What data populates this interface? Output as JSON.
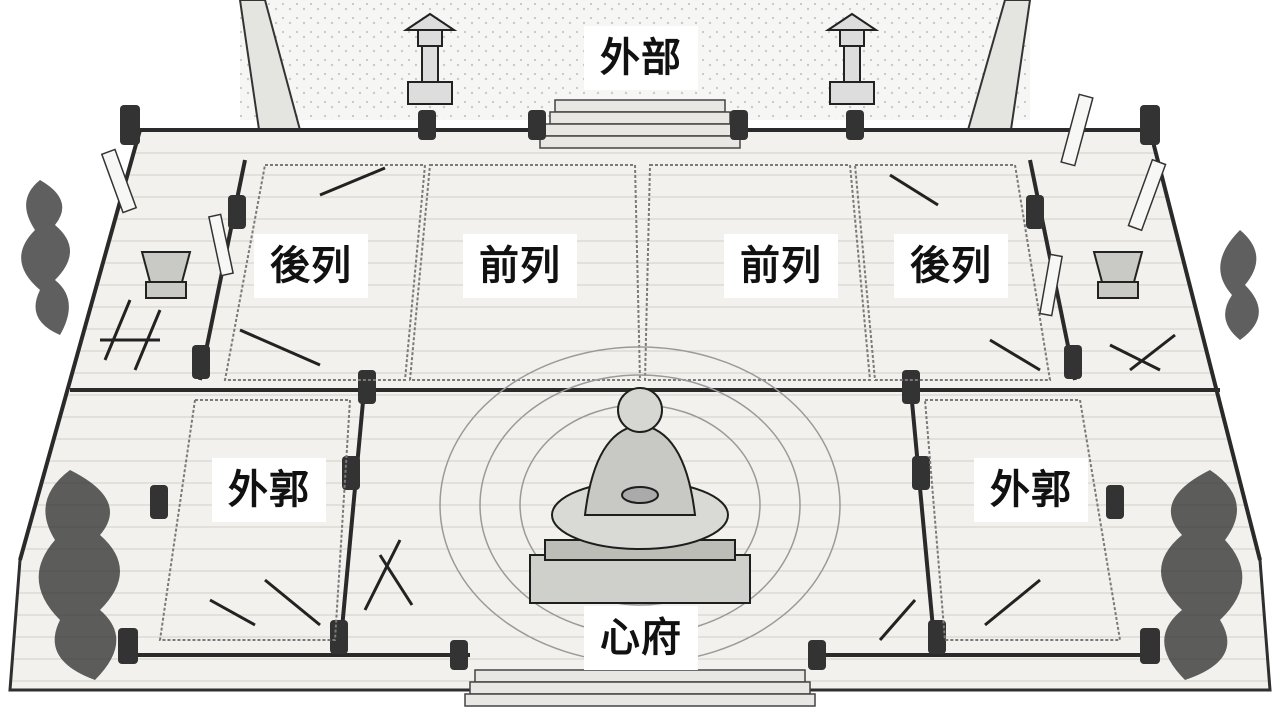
{
  "zones": {
    "outer": "外部",
    "rear_left": "後列",
    "front_left": "前列",
    "front_right": "前列",
    "rear_right": "後列",
    "outer_ward_left": "外郭",
    "outer_ward_right": "外郭",
    "heart": "心府"
  },
  "palette": {
    "ink": "#111111",
    "floor": "#f1f0ec",
    "plank": "#d8d6d0",
    "wall": "#3a3a3a",
    "smoke": "#2a2a2a"
  },
  "icons": [
    "stone-lantern-icon",
    "monk-statue-icon",
    "smoke-icon",
    "weapon-rack-icon",
    "incense-burner-icon"
  ]
}
